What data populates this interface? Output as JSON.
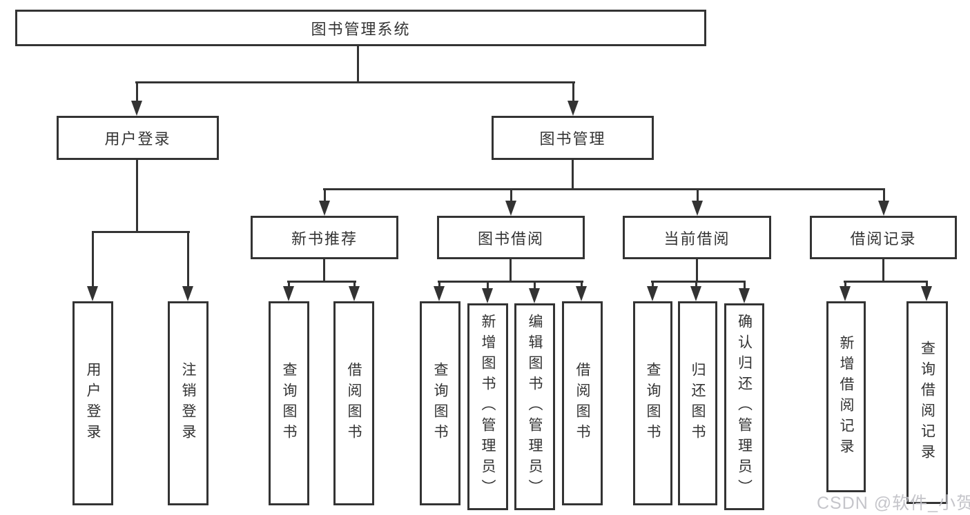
{
  "page": {
    "background": "#ffffff"
  },
  "diagram": {
    "root": {
      "label": "图书管理系统"
    },
    "branches": [
      {
        "label": "用户登录",
        "leaves": [
          {
            "label": "用户登录"
          },
          {
            "label": "注销登录"
          }
        ]
      },
      {
        "label": "图书管理",
        "groups": [
          {
            "label": "新书推荐",
            "leaves": [
              {
                "label": "查询图书"
              },
              {
                "label": "借阅图书"
              }
            ]
          },
          {
            "label": "图书借阅",
            "leaves": [
              {
                "label": "查询图书"
              },
              {
                "label": "新增图书（管理员）"
              },
              {
                "label": "编辑图书（管理员）"
              },
              {
                "label": "借阅图书"
              }
            ]
          },
          {
            "label": "当前借阅",
            "leaves": [
              {
                "label": "查询图书"
              },
              {
                "label": "归还图书"
              },
              {
                "label": "确认归还（管理员）"
              }
            ]
          },
          {
            "label": "借阅记录",
            "leaves": [
              {
                "label": "新增借阅记录"
              },
              {
                "label": "查询借阅记录"
              }
            ]
          }
        ]
      }
    ]
  },
  "watermark": {
    "text": "CSDN @软件_小贺同学",
    "color": "#c2c2c8"
  },
  "colors": {
    "border": "#333333",
    "text": "#333333",
    "line": "#333333",
    "background": "#ffffff"
  }
}
